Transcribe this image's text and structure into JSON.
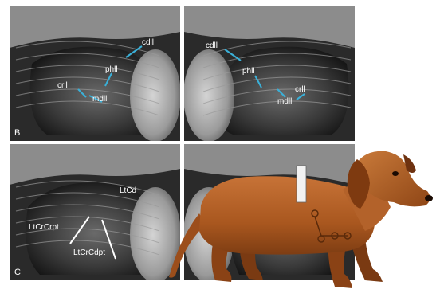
{
  "panels": [
    {
      "id": "panel-b",
      "letter": "B"
    },
    {
      "id": "panel-b-mirror",
      "letter": ""
    },
    {
      "id": "panel-c",
      "letter": "C"
    },
    {
      "id": "panel-c-mirror",
      "letter": ""
    }
  ],
  "labels_b": {
    "cdll": "cdll",
    "phll": "phll",
    "crll": "crll",
    "mdll": "mdll"
  },
  "labels_b_mirror": {
    "cdll": "cdll",
    "phll": "phll",
    "crll": "crll",
    "mdll": "mdll"
  },
  "labels_c": {
    "lcd": "LtCd",
    "ltcrcrpt": "LtCrCrpt",
    "ltcrcdpt": "LtCrCdpt"
  },
  "colors": {
    "annotation": "#3ab0d8",
    "background": "#ffffff",
    "dog_coat": "#b5642d"
  }
}
